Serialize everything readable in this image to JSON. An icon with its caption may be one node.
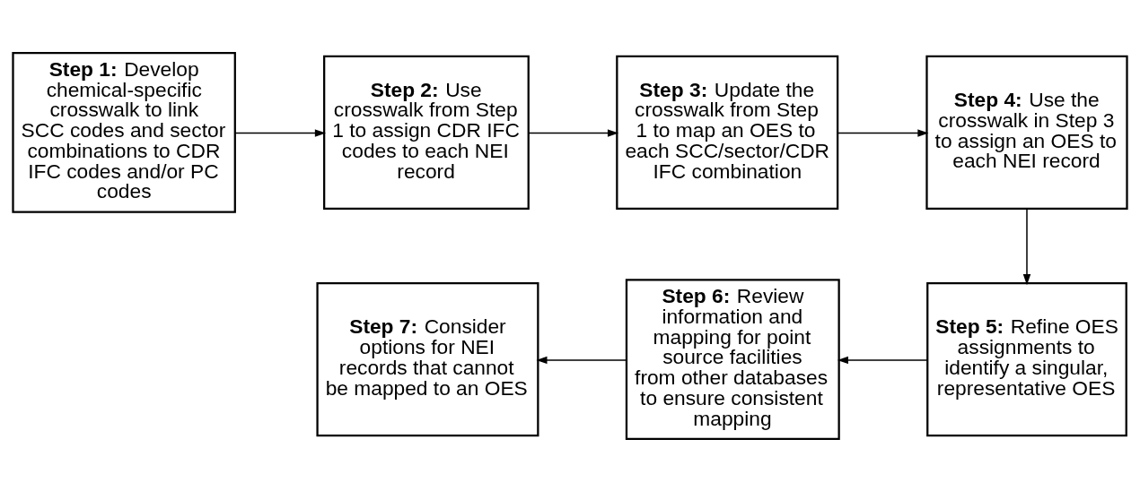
{
  "diagram": {
    "nodes": [
      {
        "text": [
          "**Step 1:** Develop chemical-specific crosswalk to link SCC codes and sector combinations to CDR IFC codes and/or PC codes"
        ]
      },
      {
        "text": [
          "**Step 2:** Use crosswalk from Step 1 to assign CDR IFC codes to each NEI record"
        ]
      },
      {
        "text": [
          "**Step 3:** Update the crosswalk from Step 1 to map an OES to each SCC/sector/CDR IFC combination"
        ]
      },
      {
        "text": [
          "**Step 4:** Use the crosswalk in Step 3 to assign an OES to each NEI record"
        ]
      },
      {
        "text": [
          "**Step 5:** Refine OES assignments to identify a singular, representative OES"
        ]
      },
      {
        "text": [
          "**Step 6:** Review information and mapping for point source facilities from other databases to ensure consistent mapping"
        ]
      },
      {
        "text": [
          "**Step 7:** Consider options for NEI records that cannot be mapped to an OES"
        ]
      }
    ],
    "edges": [
      {
        "from": 0,
        "to": 1,
        "arrow": "to"
      },
      {
        "from": 1,
        "to": 2,
        "arrow": "to"
      },
      {
        "from": 2,
        "to": 3,
        "arrow": "to"
      },
      {
        "from": 3,
        "to": 4,
        "arrow": "to"
      },
      {
        "from": 4,
        "to": 5,
        "arrow": "to"
      },
      {
        "from": 5,
        "to": 6,
        "arrow": "to"
      }
    ]
  }
}
